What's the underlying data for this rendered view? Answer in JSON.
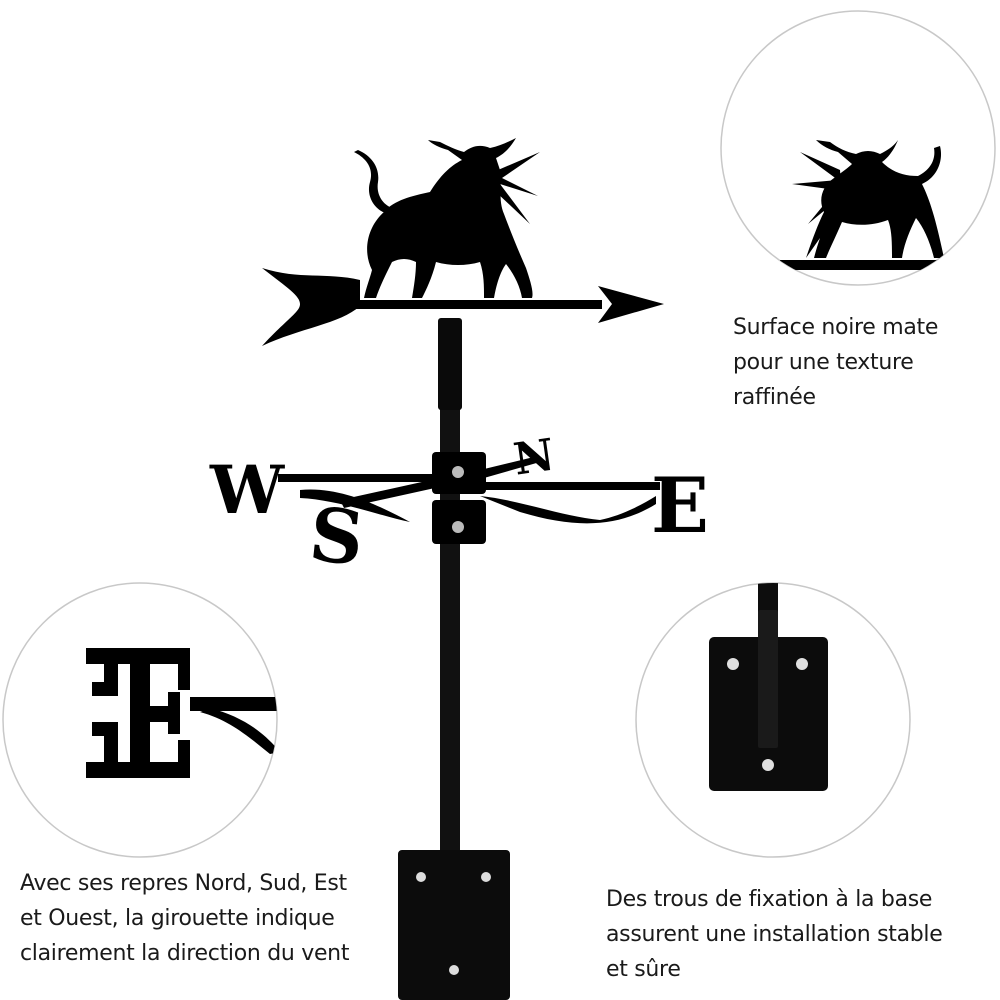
{
  "product": {
    "name": "weathervane-bull",
    "colors": {
      "metal": "#000000",
      "background": "#ffffff",
      "zoom_ring": "#cccccc",
      "text": "#1a1a1a"
    }
  },
  "compass": {
    "west": "W",
    "east": "E",
    "north": "N",
    "south": "S"
  },
  "callouts": {
    "surface": {
      "line1": "Surface noire mate",
      "line2": "pour une texture",
      "line3": "raffinée"
    },
    "directions": {
      "line1": "Avec ses repres Nord, Sud, Est",
      "line2": "et Ouest, la girouette indique",
      "line3": "clairement la direction du vent"
    },
    "mounting": {
      "line1": "Des trous de fixation à la base",
      "line2": "assurent une installation stable",
      "line3": "et sûre"
    }
  }
}
